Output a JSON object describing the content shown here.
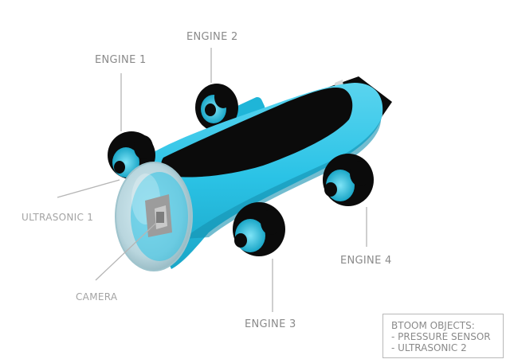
{
  "labels": {
    "engine1": "ENGINE 1",
    "engine2": "ENGINE 2",
    "engine3": "ENGINE 3",
    "engine4": "ENGINE 4",
    "ultrasonic1": "ULTRASONIC 1",
    "camera": "CAMERA"
  },
  "bottom_objects": {
    "title": "BTOOM OBJECTS:",
    "items": [
      "- PRESSURE SENSOR",
      "- ULTRASONIC 2"
    ]
  },
  "colors": {
    "hull": "#2bc3e6",
    "hull_shade": "#1a9fc0",
    "motor": "#0a0a0a",
    "leader_line": "#b5b5b5"
  }
}
